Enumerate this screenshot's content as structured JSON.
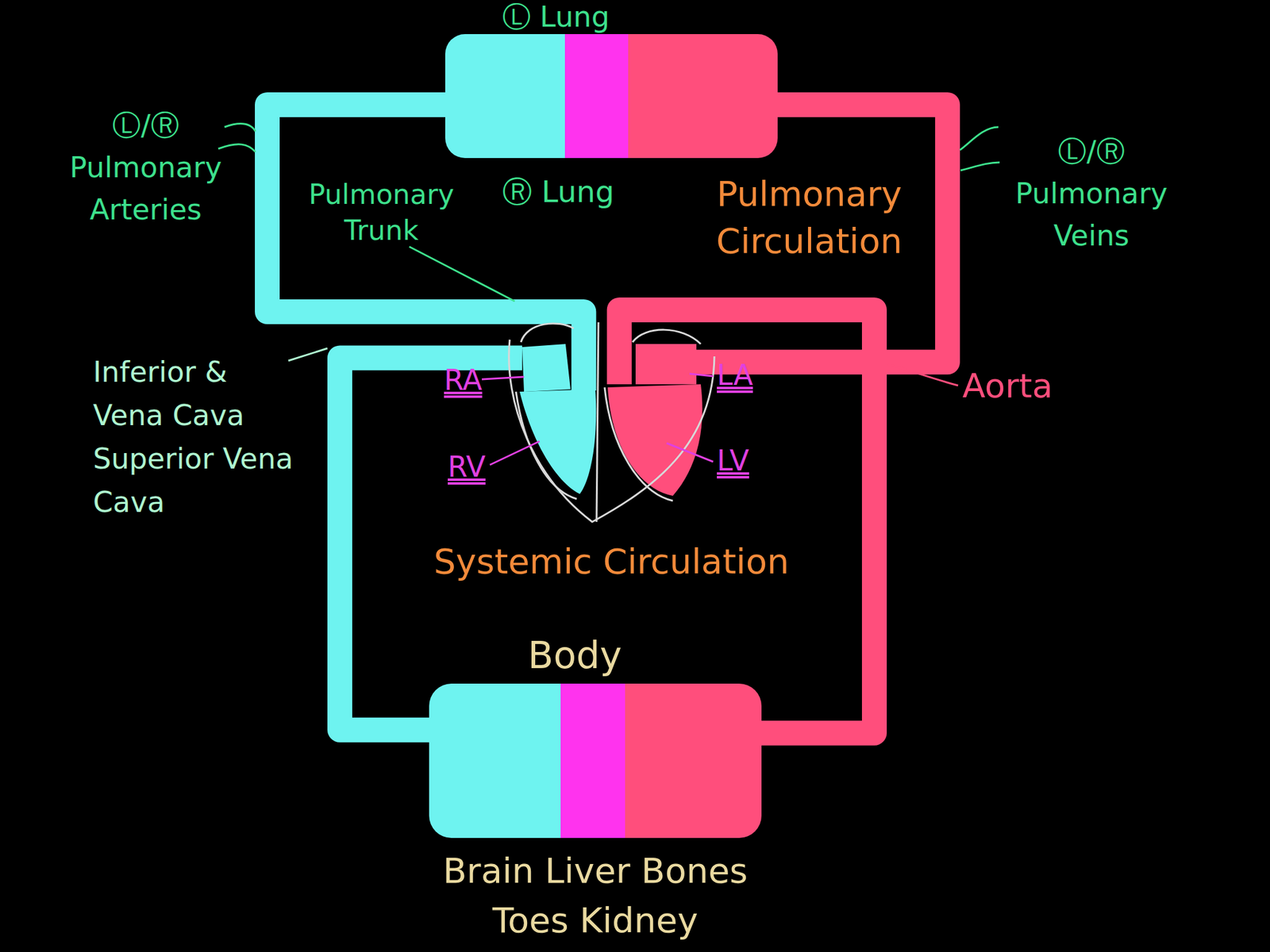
{
  "diagram": {
    "nodes": [
      {
        "text": [
          "Ⓛ Lung",
          "Ⓡ Lung"
        ]
      },
      {
        "text": [
          "RA"
        ]
      },
      {
        "text": [
          "RV"
        ]
      },
      {
        "text": [
          "LA"
        ]
      },
      {
        "text": [
          "LV"
        ]
      },
      {
        "text": [
          "Body",
          "Brain Liver Bones Toes Kidney"
        ]
      }
    ],
    "edges": [
      {
        "from": 2,
        "to": 0,
        "arrow": "none"
      },
      {
        "from": 0,
        "to": 3,
        "arrow": "none"
      },
      {
        "from": 4,
        "to": 5,
        "arrow": "none"
      },
      {
        "from": 5,
        "to": 1,
        "arrow": "none"
      }
    ],
    "labels": [
      "Ⓛ/Ⓡ Pulmonary Arteries",
      "Pulmonary Trunk",
      "Pulmonary Circulation",
      "Ⓛ/Ⓡ Pulmonary Veins",
      "Inferior & Vena Cava Superior Vena Cava",
      "Aorta",
      "Systemic Circulation"
    ]
  }
}
